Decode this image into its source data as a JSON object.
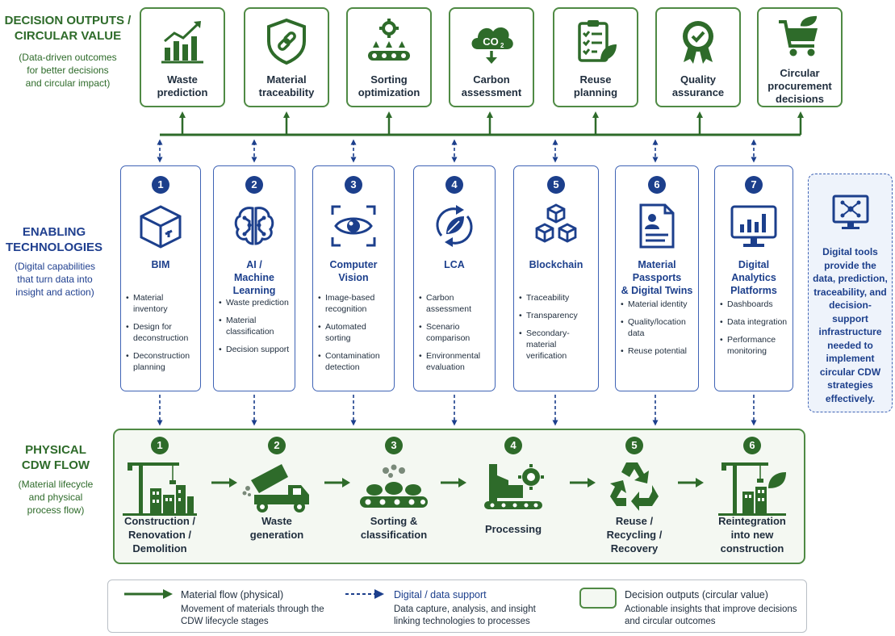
{
  "sections": {
    "outputs": {
      "title_1": "DECISION OUTPUTS /",
      "title_2": "CIRCULAR VALUE",
      "sub": [
        "(Data-driven outcomes",
        "for better decisions",
        "and circular impact)"
      ]
    },
    "tech": {
      "title_1": "ENABLING",
      "title_2": "TECHNOLOGIES",
      "sub": [
        "(Digital capabilities",
        "that turn data into",
        "insight and action)"
      ]
    },
    "flow": {
      "title_1": "PHYSICAL",
      "title_2": "CDW FLOW",
      "sub": [
        "(Material lifecycle",
        "and physical",
        "process flow)"
      ]
    }
  },
  "outputs": [
    {
      "icon": "growth-chart-icon",
      "label_lines": [
        "Waste",
        "prediction"
      ]
    },
    {
      "icon": "chain-shield-icon",
      "label_lines": [
        "Material",
        "traceability"
      ]
    },
    {
      "icon": "sorting-conveyor-icon",
      "label_lines": [
        "Sorting",
        "optimization"
      ]
    },
    {
      "icon": "co2-cloud-icon",
      "co2": "CO",
      "co2_sub": "2",
      "label_lines": [
        "Carbon",
        "assessment"
      ]
    },
    {
      "icon": "checklist-leaf-icon",
      "label_lines": [
        "Reuse",
        "planning"
      ]
    },
    {
      "icon": "quality-badge-icon",
      "label_lines": [
        "Quality",
        "assurance"
      ]
    },
    {
      "icon": "cart-leaf-icon",
      "label_lines": [
        "Circular",
        "procurement",
        "decisions"
      ]
    }
  ],
  "technologies": [
    {
      "num": "1",
      "icon": "bim-cube-icon",
      "name_lines": [
        "BIM"
      ],
      "items": [
        "Material inventory",
        "Design for deconstruction",
        "Deconstruction planning"
      ]
    },
    {
      "num": "2",
      "icon": "ai-brain-icon",
      "name_lines": [
        "AI /",
        "Machine Learning"
      ],
      "items": [
        "Waste prediction",
        "Material classification",
        "Decision support"
      ]
    },
    {
      "num": "3",
      "icon": "vision-eye-icon",
      "name_lines": [
        "Computer",
        "Vision"
      ],
      "items": [
        "Image-based recognition",
        "Automated sorting",
        "Contamination detection"
      ]
    },
    {
      "num": "4",
      "icon": "lca-leaf-cycle-icon",
      "name_lines": [
        "LCA"
      ],
      "items": [
        "Carbon assessment",
        "Scenario comparison",
        "Environmental evaluation"
      ]
    },
    {
      "num": "5",
      "icon": "blockchain-cubes-icon",
      "name_lines": [
        "Blockchain"
      ],
      "items": [
        "Traceability",
        "Transparency",
        "Secondary-material verification"
      ]
    },
    {
      "num": "6",
      "icon": "material-passport-icon",
      "name_lines": [
        "Material Passports",
        "& Digital Twins"
      ],
      "items": [
        "Material identity",
        "Quality/location data",
        "Reuse potential"
      ]
    },
    {
      "num": "7",
      "icon": "analytics-monitor-icon",
      "name_lines": [
        "Digital Analytics",
        "Platforms"
      ],
      "items": [
        "Dashboards",
        "Data integration",
        "Performance monitoring"
      ]
    }
  ],
  "info": {
    "icon": "network-monitor-icon",
    "text": "Digital tools provide the data, prediction, traceability, and decision-support infrastructure needed to implement circular CDW strategies effectively."
  },
  "stages": [
    {
      "num": "1",
      "icon": "construction-crane-icon",
      "name_lines": [
        "Construction /",
        "Renovation /",
        "Demolition"
      ]
    },
    {
      "num": "2",
      "icon": "dump-truck-icon",
      "name_lines": [
        "Waste",
        "generation"
      ]
    },
    {
      "num": "3",
      "icon": "sorting-belt-icon",
      "name_lines": [
        "Sorting &",
        "classification"
      ]
    },
    {
      "num": "4",
      "icon": "processing-machine-icon",
      "name_lines": [
        "Processing"
      ]
    },
    {
      "num": "5",
      "icon": "recycling-icon",
      "name_lines": [
        "Reuse /",
        "Recycling /",
        "Recovery"
      ]
    },
    {
      "num": "6",
      "icon": "reintegration-crane-icon",
      "name_lines": [
        "Reintegration",
        "into new",
        "construction"
      ]
    }
  ],
  "legend": [
    {
      "title": "Material flow (physical)",
      "desc_lines": [
        "Movement of materials through the",
        "CDW lifecycle stages"
      ]
    },
    {
      "title": "Digital / data support",
      "desc_lines": [
        "Data capture, analysis, and insight",
        "linking technologies to processes"
      ]
    },
    {
      "title": "Decision outputs (circular value)",
      "desc_lines": [
        "Actionable insights that improve decisions",
        "and circular outcomes"
      ]
    }
  ],
  "colors": {
    "green": "#2e6b2a",
    "blue": "#1c3f8c",
    "box_green": "#4f8a44",
    "box_blue": "#3f63b5"
  }
}
